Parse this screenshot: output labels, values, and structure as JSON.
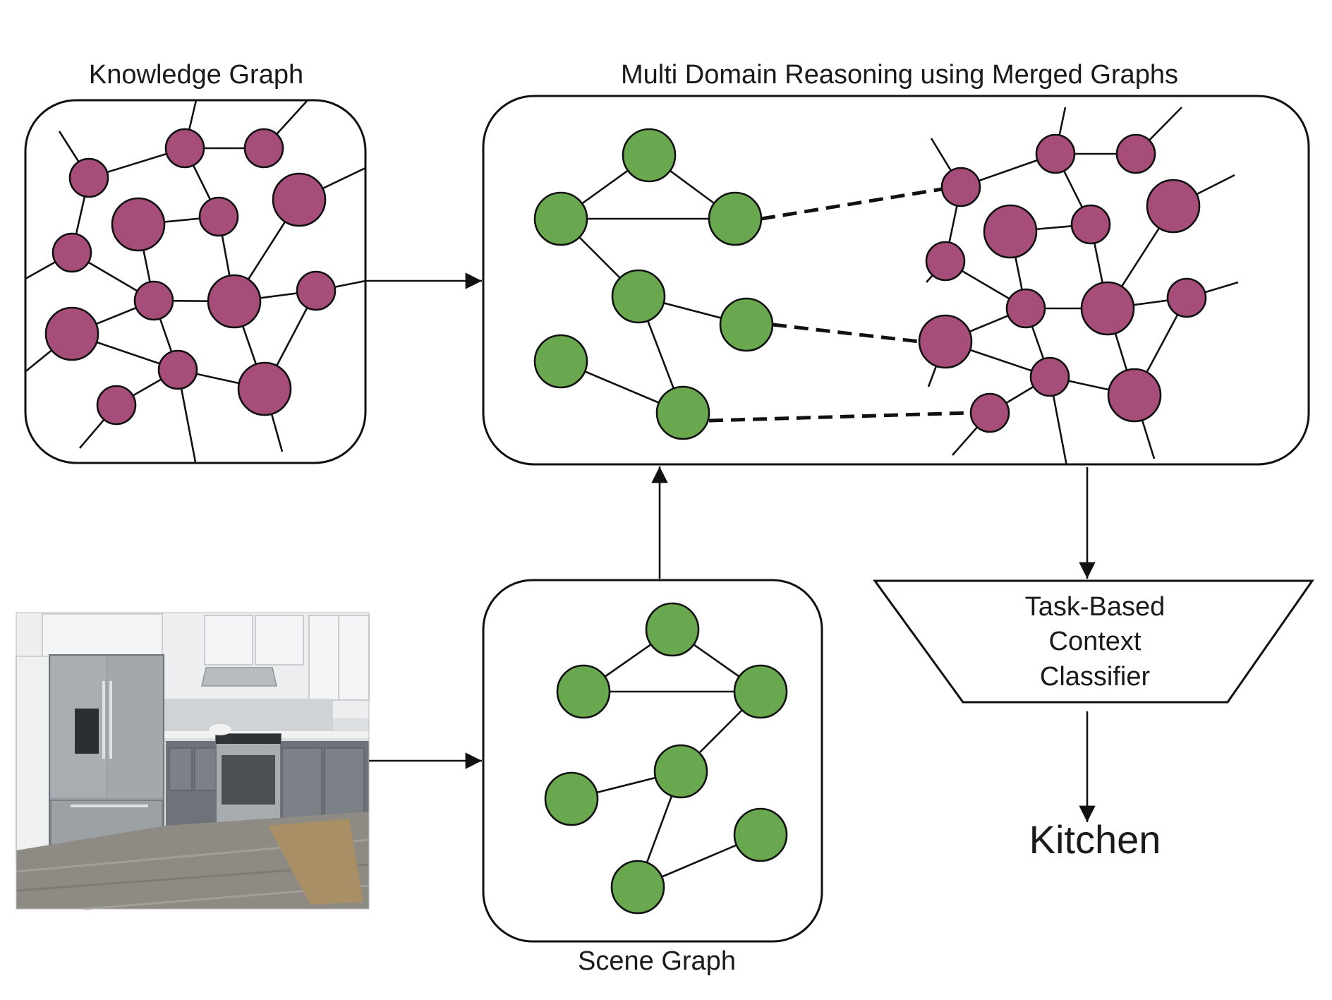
{
  "titles": {
    "knowledge_graph": "Knowledge Graph",
    "merged_graphs": "Multi Domain Reasoning using Merged Graphs",
    "scene_graph": "Scene Graph"
  },
  "classifier": {
    "lines": [
      "Task-Based",
      "Context",
      "Classifier"
    ]
  },
  "result": "Kitchen",
  "colors": {
    "knowledge_node": "#a64d79",
    "scene_node": "#6aa84f",
    "stroke": "#111111",
    "background": "#ffffff"
  },
  "photo": {
    "subject": "kitchen scene with stainless steel refrigerator, range and grey cabinets"
  }
}
